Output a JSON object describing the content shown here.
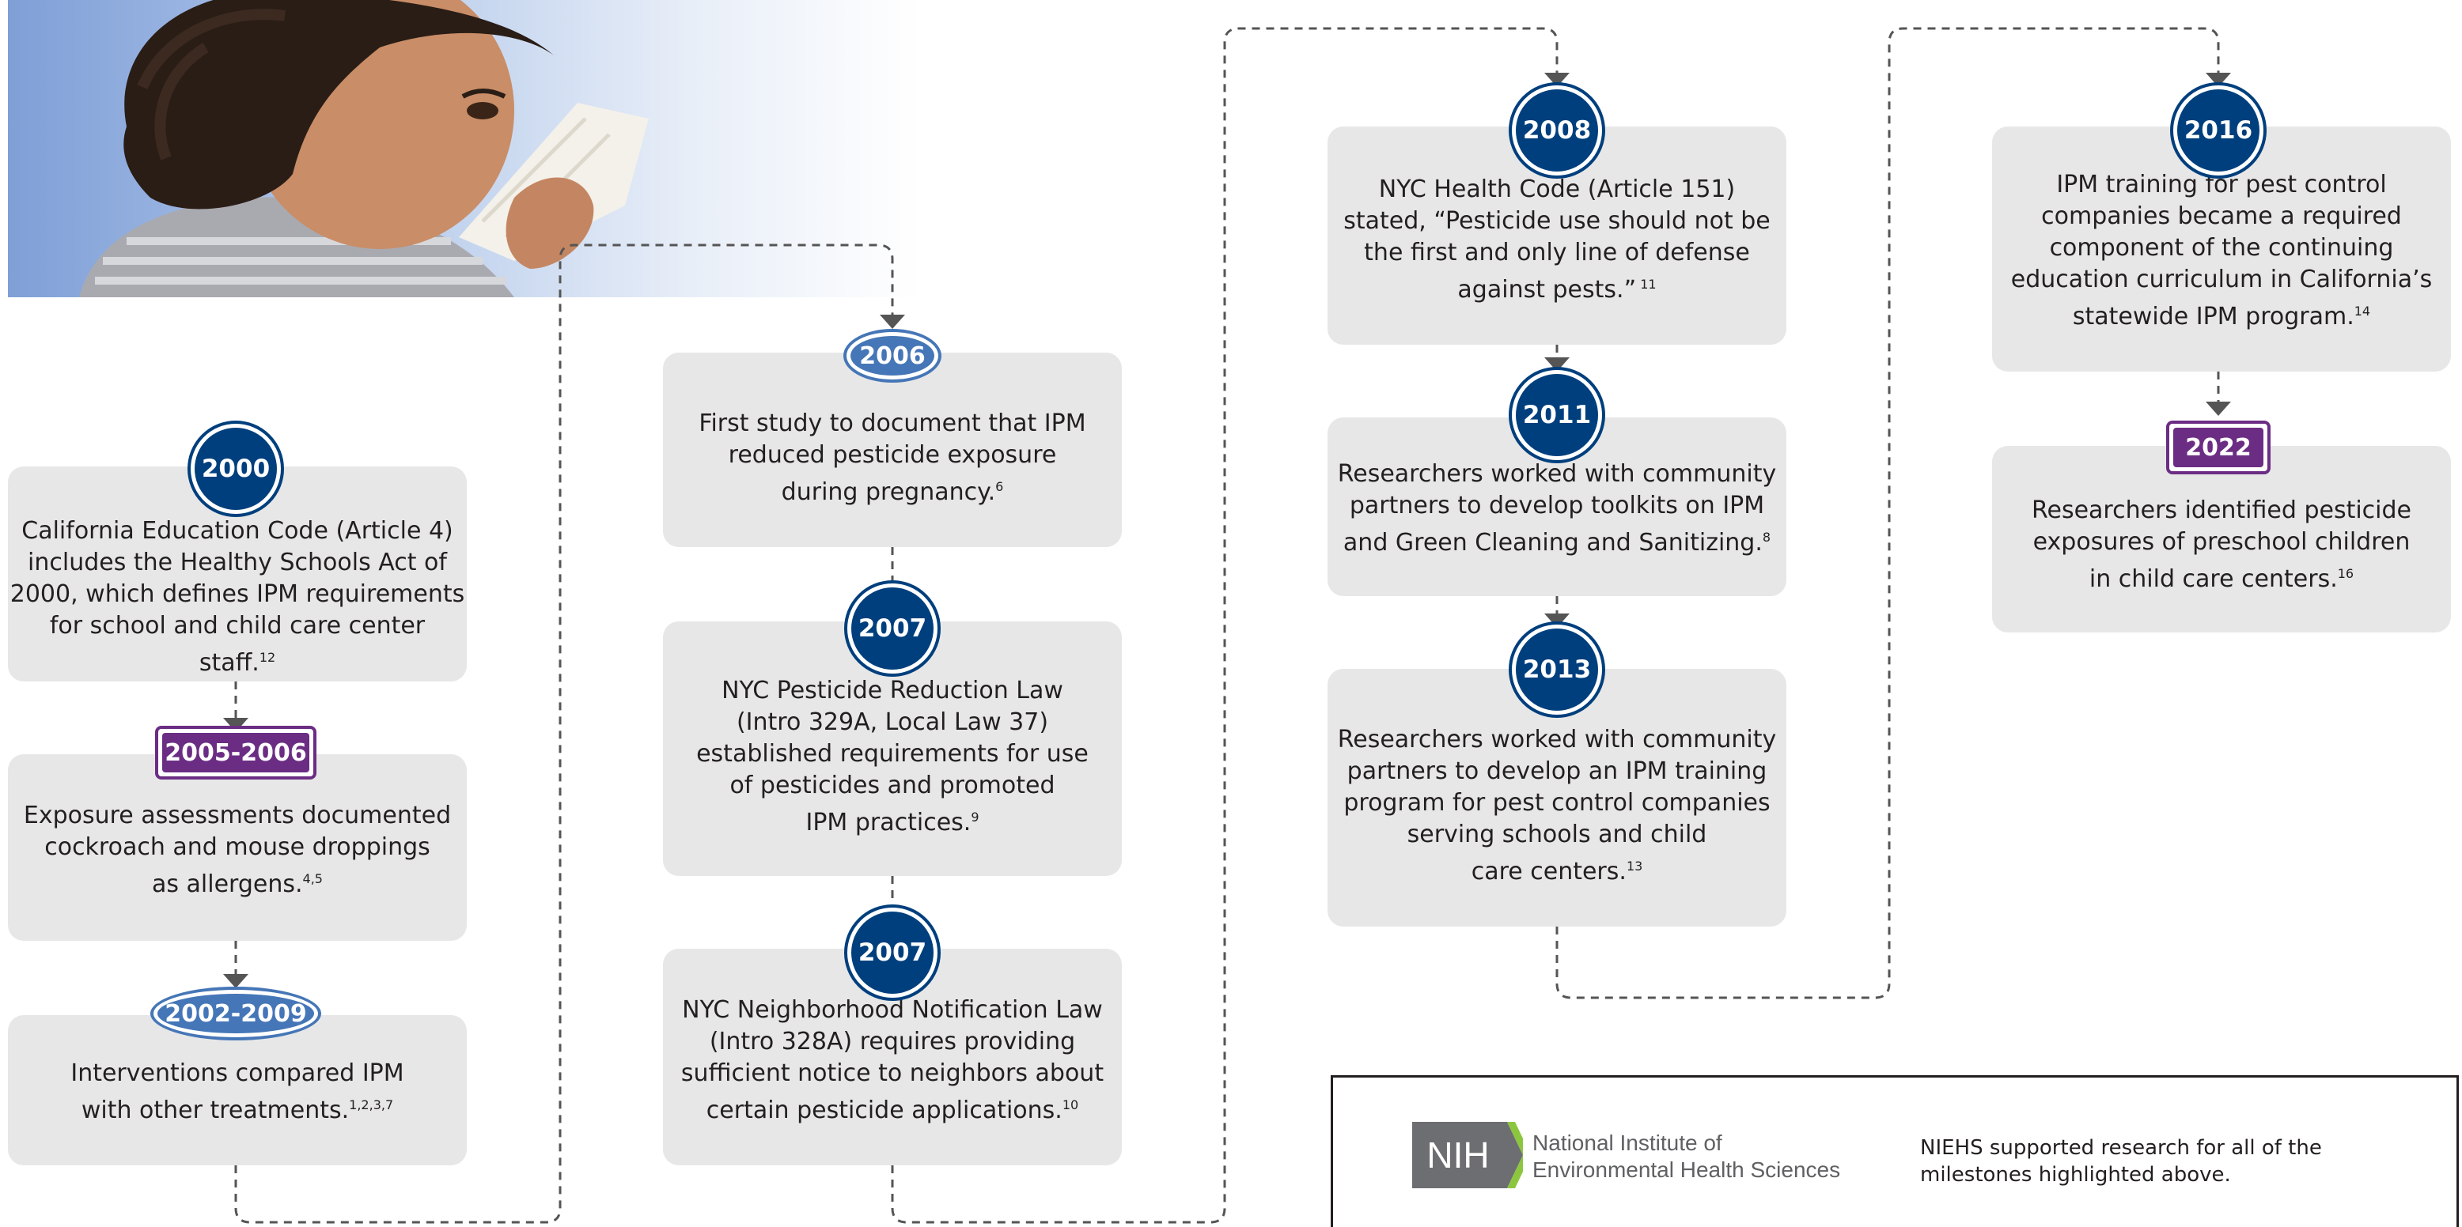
{
  "milestones": [
    {
      "year": "2000",
      "badge": "circle",
      "text": "California Education Code (Article 4)\nincludes the Healthy Schools Act of\n2000, which defines IPM requirements\nfor school and child care center staff.",
      "ref": "12"
    },
    {
      "year": "2005-2006",
      "badge": "rect",
      "text": "Exposure assessments documented\ncockroach and mouse droppings\nas allergens.",
      "ref": "4,5"
    },
    {
      "year": "2002-2009",
      "badge": "oval",
      "text": "Interventions compared IPM\nwith other treatments.",
      "ref": "1,2,3,7"
    },
    {
      "year": "2006",
      "badge": "oval",
      "text": "First study to document that IPM\nreduced pesticide exposure\nduring pregnancy.",
      "ref": "6"
    },
    {
      "year": "2007",
      "badge": "circle",
      "text": "NYC Pesticide Reduction Law\n(Intro 329A, Local Law 37)\nestablished requirements for use\nof pesticides and promoted\nIPM practices.",
      "ref": "9"
    },
    {
      "year": "2007",
      "badge": "circle",
      "text": "NYC Neighborhood Notification Law\n(Intro 328A) requires providing\nsufficient notice to neighbors about\ncertain pesticide applications.",
      "ref": "10"
    },
    {
      "year": "2008",
      "badge": "circle",
      "text": "NYC Health Code (Article 151)\nstated, “Pesticide use should not be\nthe first and only line of defense\nagainst pests.”",
      "ref": " 11"
    },
    {
      "year": "2011",
      "badge": "circle",
      "text": "Researchers worked with community\npartners to develop toolkits on IPM\nand Green Cleaning and Sanitizing.",
      "ref": "8"
    },
    {
      "year": "2013",
      "badge": "circle",
      "text": "Researchers worked with community\npartners to develop an IPM training\nprogram for pest control companies\nserving schools and child\ncare centers.",
      "ref": "13"
    },
    {
      "year": "2016",
      "badge": "circle",
      "text": "IPM training for pest control\ncompanies became a required\ncomponent of the continuing\neducation curriculum in California’s\nstatewide IPM program.",
      "ref": "14"
    },
    {
      "year": "2022",
      "badge": "rect",
      "text": "Researchers identified pesticide\nexposures of preschool children\nin child care centers.",
      "ref": "16"
    }
  ],
  "credit": {
    "logo_text": "NIH",
    "institute": "National Institute of\nEnvironmental Health Sciences",
    "note": "NIEHS supported research for all of the milestones highlighted above."
  },
  "colors": {
    "navy": "#003f7d",
    "steel_blue": "#4576b7",
    "purple": "#6b2d84",
    "card": "#e7e7e7",
    "connector": "#555555"
  }
}
